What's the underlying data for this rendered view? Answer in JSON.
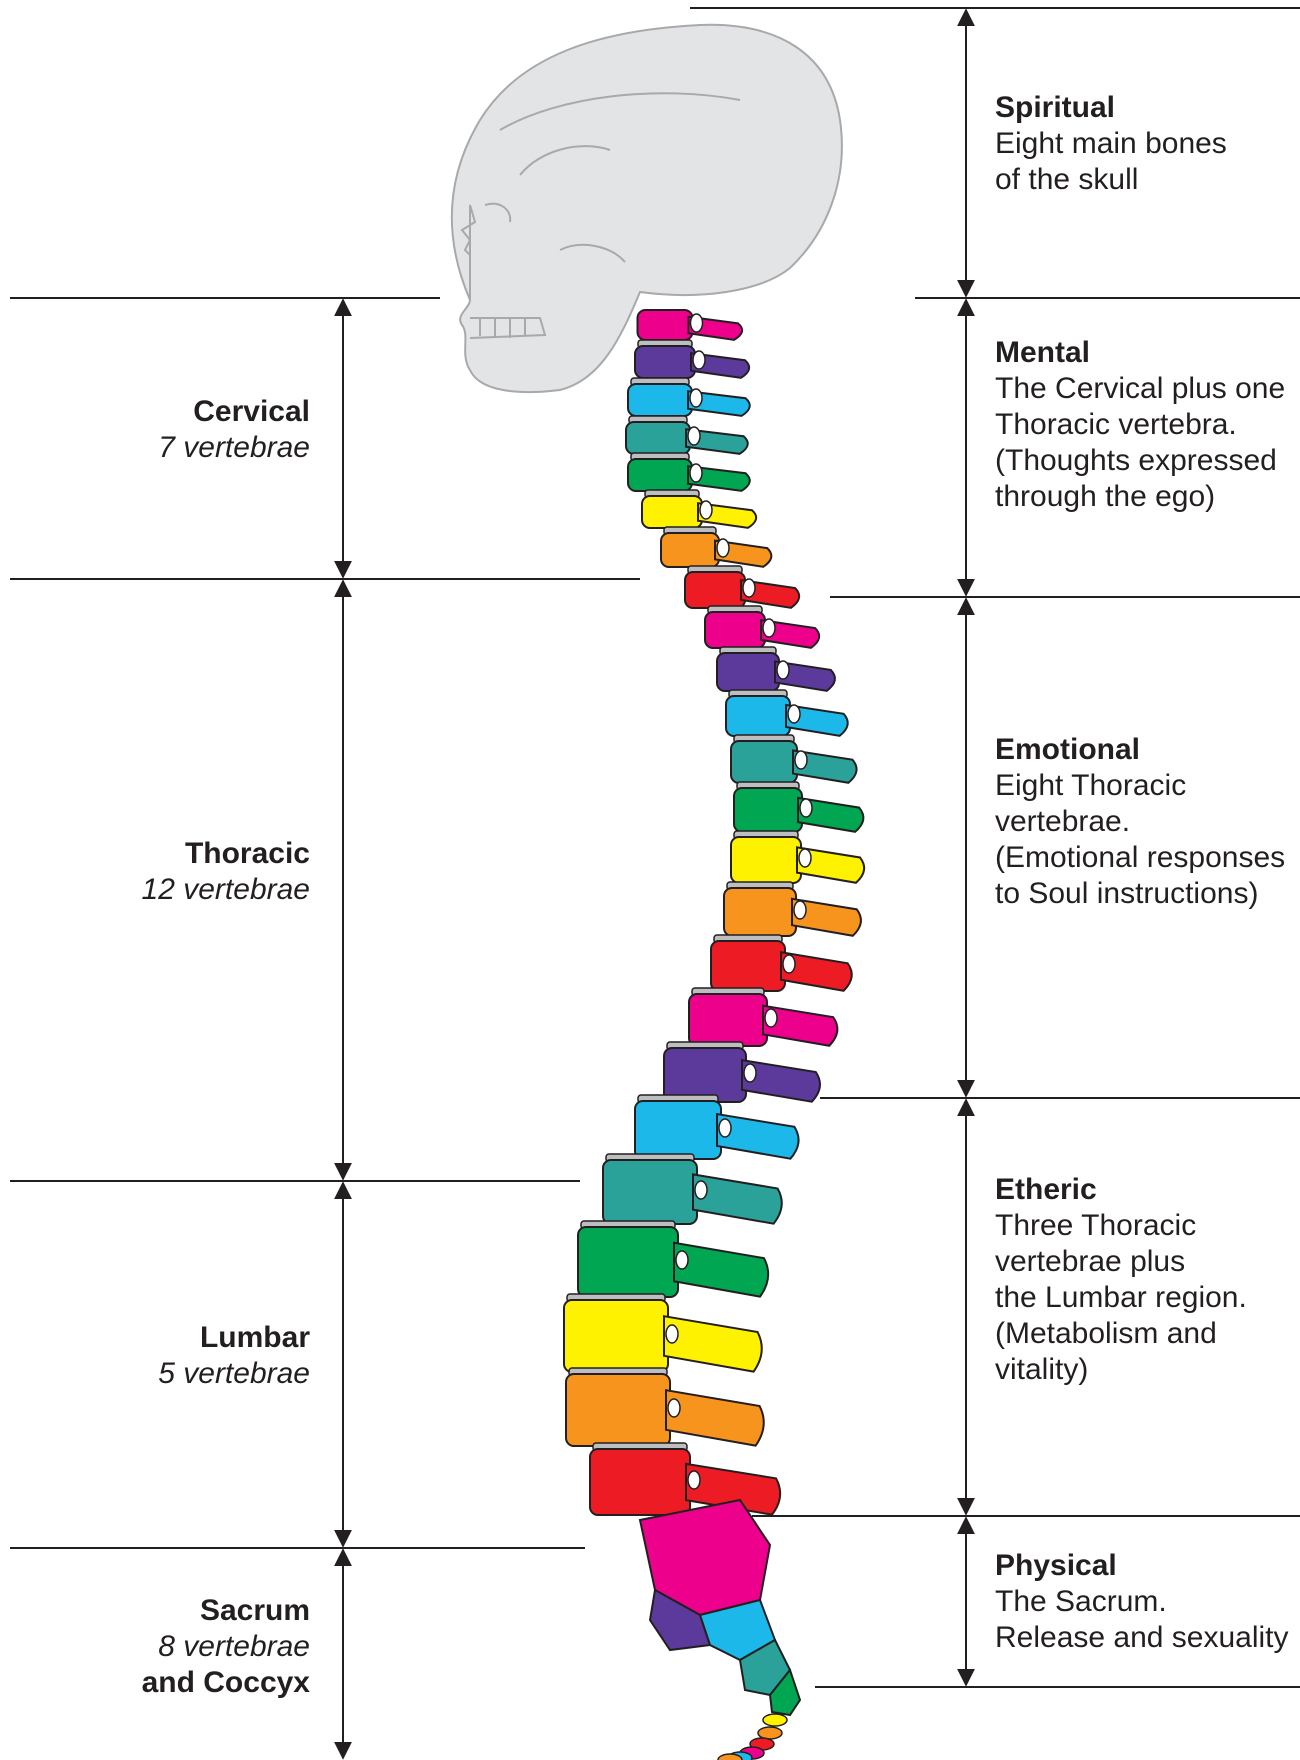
{
  "left_regions": [
    {
      "title": "Cervical",
      "subtitle": "7 vertebrae",
      "extra": ""
    },
    {
      "title": "Thoracic",
      "subtitle": "12 vertebrae",
      "extra": ""
    },
    {
      "title": "Lumbar",
      "subtitle": "5 vertebrae",
      "extra": ""
    },
    {
      "title": "Sacrum",
      "subtitle": "8 vertebrae",
      "extra": "and Coccyx"
    }
  ],
  "right_regions": [
    {
      "title": "Spiritual",
      "lines": [
        "Eight main bones",
        "of the skull"
      ]
    },
    {
      "title": "Mental",
      "lines": [
        "The Cervical plus one",
        "Thoracic vertebra.",
        "(Thoughts expressed",
        "through the ego)"
      ]
    },
    {
      "title": "Emotional",
      "lines": [
        "Eight Thoracic",
        "vertebrae.",
        "(Emotional responses",
        "to Soul instructions)"
      ]
    },
    {
      "title": "Etheric",
      "lines": [
        "Three Thoracic",
        "vertebrae plus",
        "the Lumbar region.",
        "(Metabolism and",
        "vitality)"
      ]
    },
    {
      "title": "Physical",
      "lines": [
        "The Sacrum.",
        "Release and sexuality"
      ]
    }
  ],
  "colors": {
    "skull": "#e3e4e5",
    "disc": "#bcbec0",
    "vertebrae": [
      "#ec008c",
      "#5b3a9c",
      "#1bb8e9",
      "#2aa199",
      "#00a651",
      "#fff200",
      "#f7941d",
      "#ed1c24"
    ]
  }
}
